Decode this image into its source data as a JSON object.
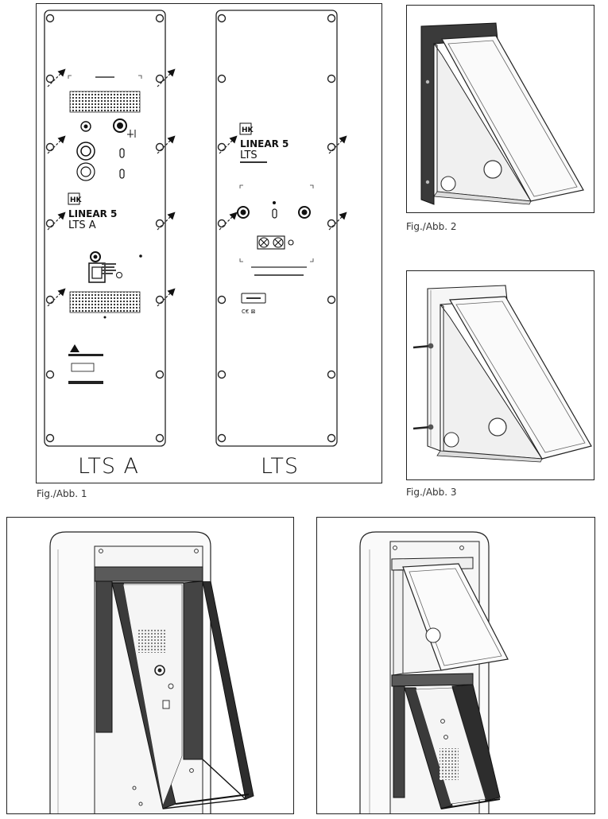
{
  "figure1": {
    "caption": "Fig./Abb. 1",
    "panel_left": {
      "label": "LTS A",
      "logo": "HK",
      "brand": "LINEAR 5",
      "model": "LTS A"
    },
    "panel_right": {
      "label": "LTS",
      "logo": "HK",
      "brand": "LINEAR 5",
      "model": "LTS"
    }
  },
  "figure2": {
    "caption": "Fig./Abb. 2"
  },
  "figure3": {
    "caption": "Fig./Abb. 3"
  },
  "figure4": {},
  "figure5": {},
  "colors": {
    "line": "#222222",
    "dark_fill": "#3a3a3a",
    "mid_fill": "#7a7a7a",
    "light_fill": "#f4f4f4"
  }
}
